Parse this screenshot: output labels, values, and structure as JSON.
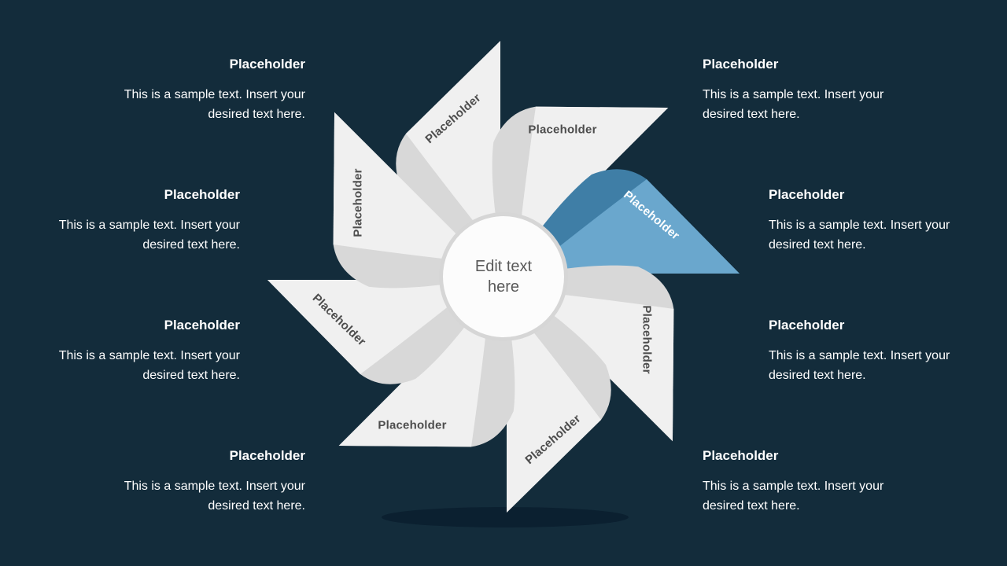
{
  "slide": {
    "type": "pinwheel-diagram-slide"
  },
  "colors": {
    "background": "#132C3B",
    "petal_face": "#F0F0F0",
    "petal_fold": "#D8D8D8",
    "accent_face": "#6AA7CD",
    "accent_fold": "#3F7EA6",
    "circle_ring": "#D6D6D6",
    "circle_fill": "#FCFCFC",
    "shadow": "#0B2030"
  },
  "center": {
    "label": "Edit text here"
  },
  "petals": [
    {
      "id": "north",
      "label": "Placeholder",
      "highlighted": false
    },
    {
      "id": "northeast",
      "label": "Placeholder",
      "highlighted": false
    },
    {
      "id": "east",
      "label": "Placeholder",
      "highlighted": true
    },
    {
      "id": "southeast",
      "label": "Placeholder",
      "highlighted": false
    },
    {
      "id": "south",
      "label": "Placeholder",
      "highlighted": false
    },
    {
      "id": "southwest",
      "label": "Placeholder",
      "highlighted": false
    },
    {
      "id": "west",
      "label": "Placeholder",
      "highlighted": false
    },
    {
      "id": "northwest",
      "label": "Placeholder",
      "highlighted": false
    }
  ],
  "callouts": {
    "left": [
      {
        "title": "Placeholder",
        "line1": "This is a sample text. Insert your",
        "line2": "desired text here."
      },
      {
        "title": "Placeholder",
        "line1": "This is a sample text. Insert your",
        "line2": "desired text here."
      },
      {
        "title": "Placeholder",
        "line1": "This is a sample text. Insert your",
        "line2": "desired text here."
      },
      {
        "title": "Placeholder",
        "line1": "This is a sample text. Insert your",
        "line2": "desired text here."
      }
    ],
    "right": [
      {
        "title": "Placeholder",
        "line1": "This is a sample text. Insert your",
        "line2": "desired text here."
      },
      {
        "title": "Placeholder",
        "line1": "This is a sample text. Insert your",
        "line2": "desired text here."
      },
      {
        "title": "Placeholder",
        "line1": "This is a sample text. Insert your",
        "line2": "desired text here."
      },
      {
        "title": "Placeholder",
        "line1": "This is a sample text. Insert your",
        "line2": "desired text here."
      }
    ]
  }
}
